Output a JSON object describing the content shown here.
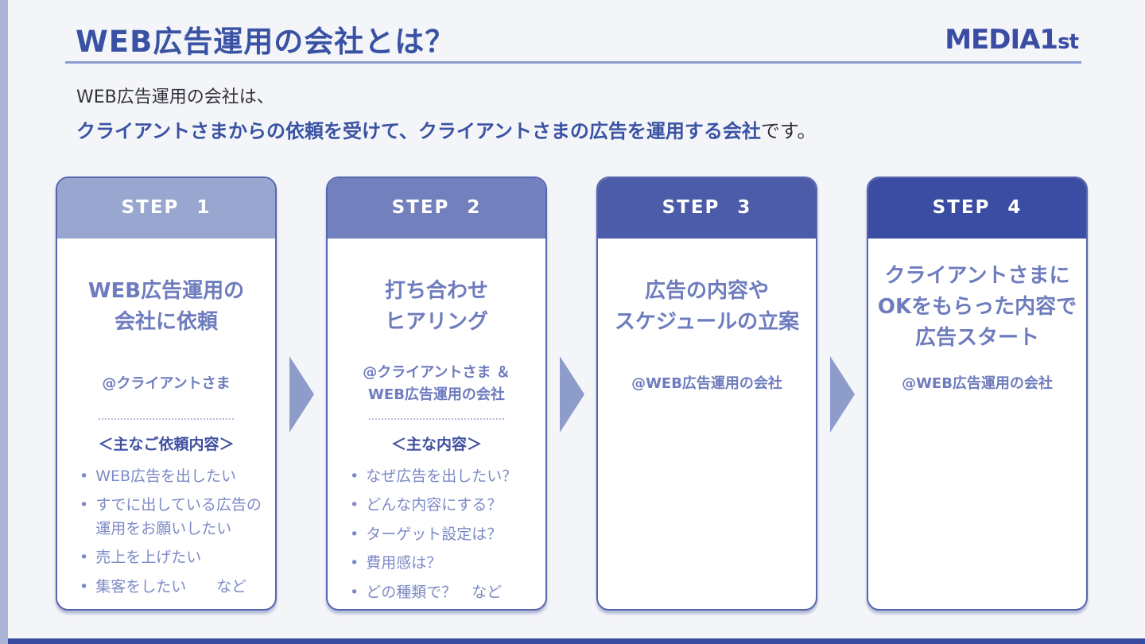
{
  "page": {
    "title": "WEB広告運用の会社とは？",
    "logo_main": "MEDIA1",
    "logo_sub": "st",
    "intro_line1": "WEB広告運用の会社は、",
    "intro_line2_highlight": "クライアントさまからの依頼を受けて、クライアントさまの広告を運用する会社",
    "intro_line2_suffix": "です。"
  },
  "colors": {
    "left_strip": "#a9b3d6",
    "bottom_bar": "#3a4ba2",
    "arrow": "#8e9cca",
    "title_blue": "#3952a3",
    "step1_header": "#99a6d0",
    "step2_header": "#7280bd",
    "step3_header": "#4c5ca8",
    "step4_header": "#3a4da3"
  },
  "steps": [
    {
      "label": "STEP 1",
      "title": "WEB広告運用の\n会社に依頼",
      "at": "@クライアントさま",
      "section_label": "＜主なご依頼内容＞",
      "bullets": [
        "WEB広告を出したい",
        "すでに出している広告の運用をお願いしたい",
        "売上を上げたい",
        "集客をしたい　　など"
      ]
    },
    {
      "label": "STEP 2",
      "title": "打ち合わせ\nヒアリング",
      "at": "@クライアントさま ＆\nWEB広告運用の会社",
      "section_label": "＜主な内容＞",
      "bullets": [
        "なぜ広告を出したい？",
        "どんな内容にする？",
        "ターゲット設定は？",
        "費用感は？",
        "どの種類で？　など"
      ]
    },
    {
      "label": "STEP 3",
      "title": "広告の内容や\nスケジュールの立案",
      "at": "@WEB広告運用の会社"
    },
    {
      "label": "STEP 4",
      "title": "クライアントさまに\nOKをもらった内容で\n広告スタート",
      "at": "@WEB広告運用の会社"
    }
  ]
}
